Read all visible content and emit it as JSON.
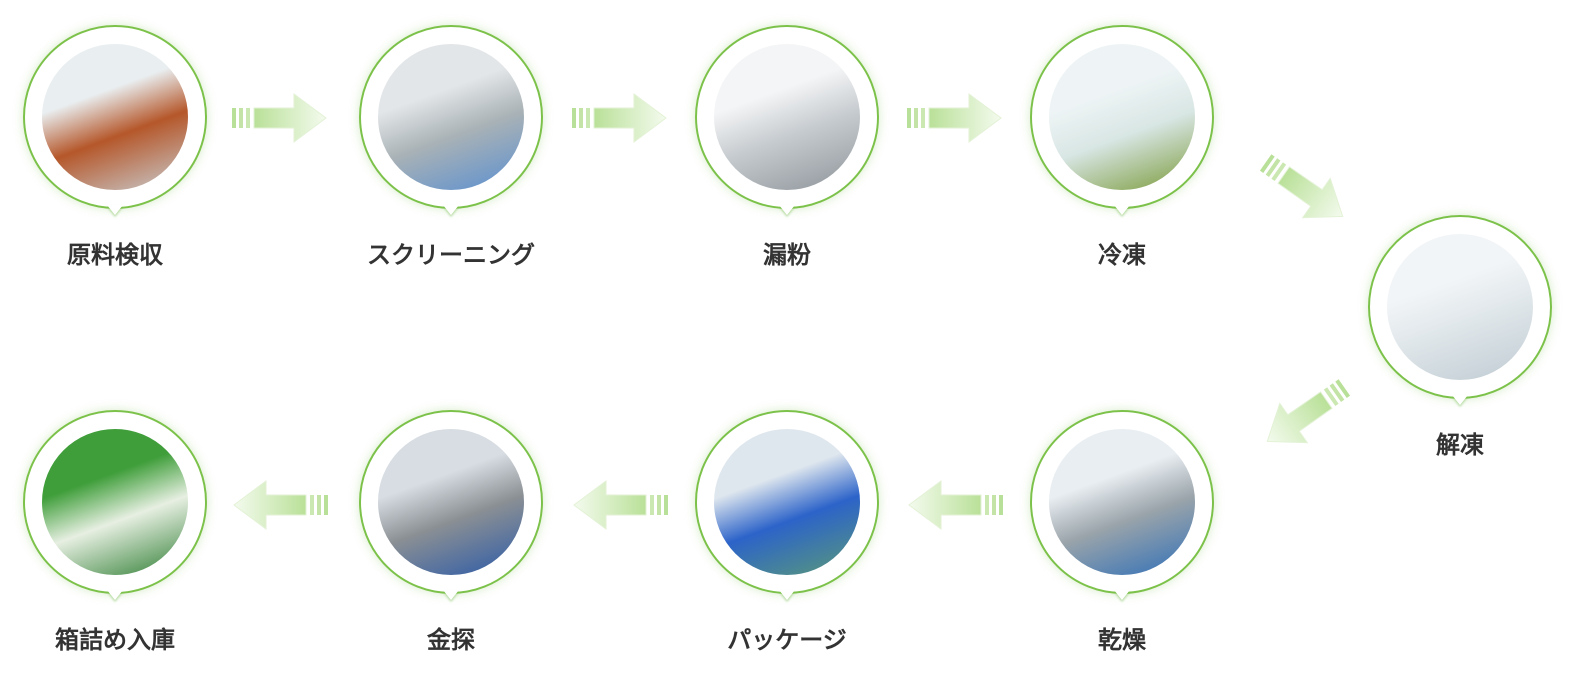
{
  "steps": [
    {
      "label": "原料検収",
      "photo_colors": [
        "#e9eef0",
        "#b5572a",
        "#c9cdd0"
      ]
    },
    {
      "label": "スクリーニング",
      "photo_colors": [
        "#e3e6e8",
        "#a9b2b6",
        "#5a8fd0"
      ]
    },
    {
      "label": "漏粉",
      "photo_colors": [
        "#f4f5f6",
        "#c6cbcf",
        "#8d9499"
      ]
    },
    {
      "label": "冷凍",
      "photo_colors": [
        "#eef4f5",
        "#d8e6e4",
        "#7a9a3a"
      ]
    },
    {
      "label": "解凍",
      "photo_colors": [
        "#f2f5f7",
        "#dfe6ea",
        "#bfcbd2"
      ]
    },
    {
      "label": "乾燥",
      "photo_colors": [
        "#e9eef2",
        "#9aa4aa",
        "#2f6fb8"
      ]
    },
    {
      "label": "パッケージ",
      "photo_colors": [
        "#dfe7ee",
        "#2c63c9",
        "#5a9a78"
      ]
    },
    {
      "label": "金探",
      "photo_colors": [
        "#d7dde2",
        "#8a8f94",
        "#2b5aa8"
      ]
    },
    {
      "label": "箱詰め入庫",
      "photo_colors": [
        "#3f9e3a",
        "#e7efe2",
        "#2e7d32"
      ]
    }
  ],
  "colors": {
    "ring": "#7cc24a",
    "arrow": "#d9efc7",
    "label": "#333333"
  }
}
